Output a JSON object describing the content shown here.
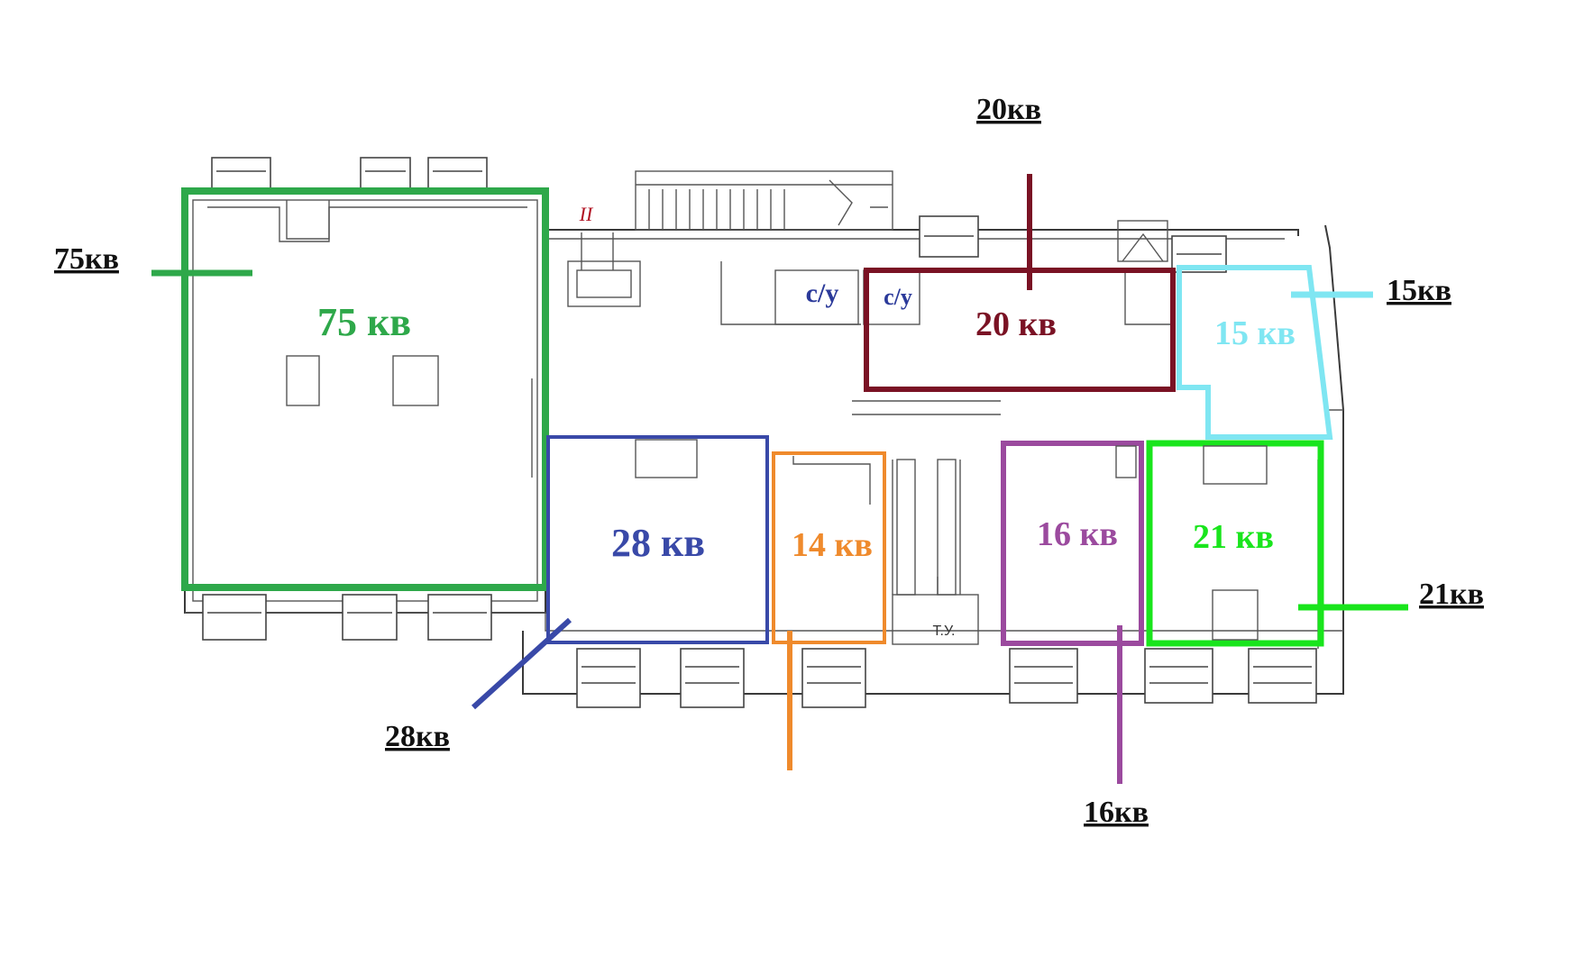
{
  "rooms": {
    "r75": {
      "label": "75 кв",
      "color": "#2ea84a"
    },
    "r28": {
      "label": "28 кв",
      "color": "#3949a8"
    },
    "r14": {
      "label": "14 кв",
      "color": "#ef8a2c"
    },
    "r20": {
      "label": "20 кв",
      "color": "#7a1224"
    },
    "r15": {
      "label": "15 кв",
      "color": "#7fe6f2"
    },
    "r16": {
      "label": "16 кв",
      "color": "#9b4a9e"
    },
    "r21": {
      "label": "21 кв",
      "color": "#19e51c"
    }
  },
  "callouts": {
    "c75": "75кв",
    "c20": "20кв",
    "c15": "15кв",
    "c21": "21кв",
    "c28": "28кв",
    "c16": "16кв"
  },
  "wc": {
    "left": "с/у",
    "right": "с/у",
    "color": "#2b3a9a"
  },
  "marks": {
    "roman": "II",
    "roman_color": "#b01020",
    "tu": "Т.У."
  }
}
